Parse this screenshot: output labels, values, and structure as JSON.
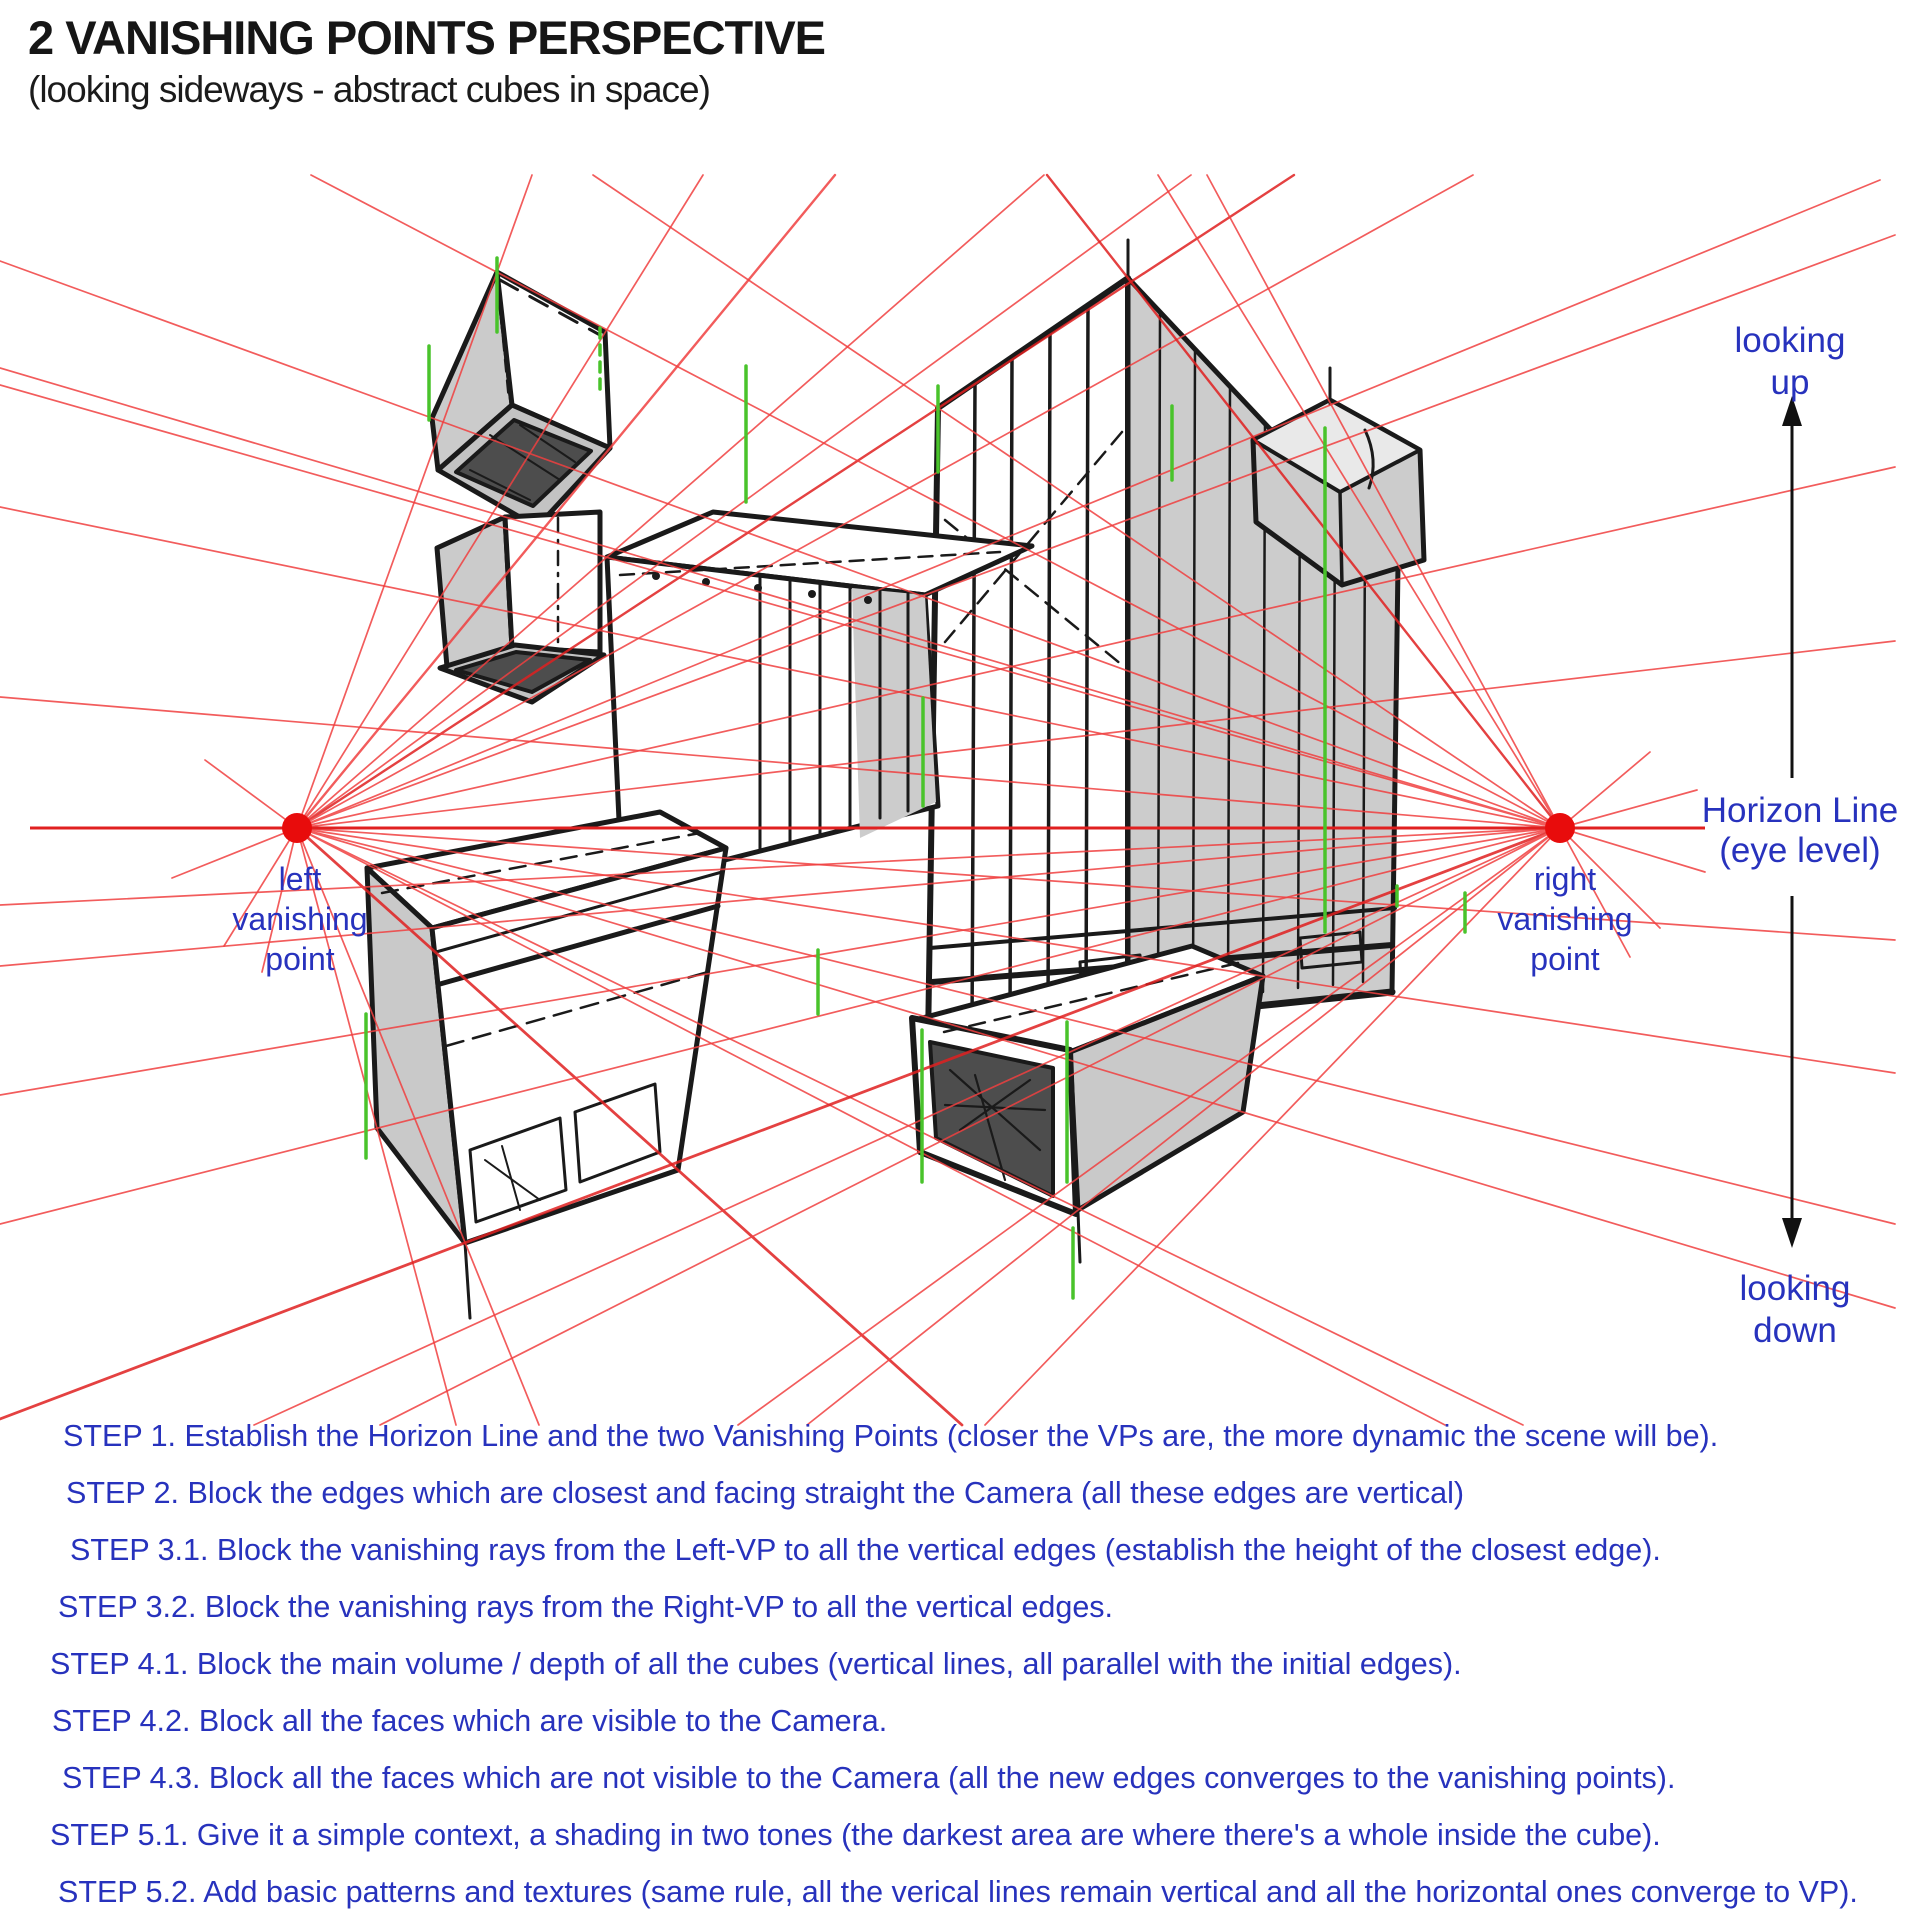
{
  "header": {
    "title": "2 VANISHING POINTS PERSPECTIVE",
    "subtitle": "(looking sideways - abstract cubes in space)"
  },
  "labels": {
    "looking_up": [
      "looking",
      "up"
    ],
    "looking_down": [
      "looking",
      "down"
    ],
    "horizon_line": [
      "Horizon Line",
      "(eye level)"
    ],
    "left_vp": [
      "left",
      "vanishing",
      "point"
    ],
    "right_vp": [
      "right",
      "vanishing",
      "point"
    ]
  },
  "steps": [
    "STEP 1. Establish the Horizon Line and the two Vanishing Points (closer the VPs are, the more dynamic the scene will be).",
    "STEP 2. Block the edges which are closest and facing straight the Camera (all these edges are vertical)",
    "STEP 3.1. Block the vanishing rays from the Left-VP to all the vertical edges (establish the height of the closest edge).",
    "STEP 3.2. Block the vanishing rays from the Right-VP to all the vertical edges.",
    "STEP 4.1. Block the main volume / depth of all the cubes (vertical lines, all parallel with the initial edges).",
    "STEP 4.2. Block all the faces which are visible to the Camera.",
    "STEP 4.3. Block all the faces which are not visible to the Camera (all the new edges converges to the vanishing points).",
    "STEP 5.1. Give it a simple context, a shading in two tones (the darkest area are where there's a whole inside the cube).",
    "STEP 5.2. Add basic patterns and textures (same rule, all the verical lines remain vertical and all the horizontal ones converge to VP)."
  ],
  "colors": {
    "ray_red": "#f04040",
    "horizon_red": "#e02020",
    "vp_dot_red": "#e80c0c",
    "edge_green": "#49c32b",
    "label_blue": "#2732bd",
    "sketch_black": "#1a1a1a",
    "face_gray": "#c9c9c9",
    "hole_dark_gray": "#4d4d4d"
  }
}
